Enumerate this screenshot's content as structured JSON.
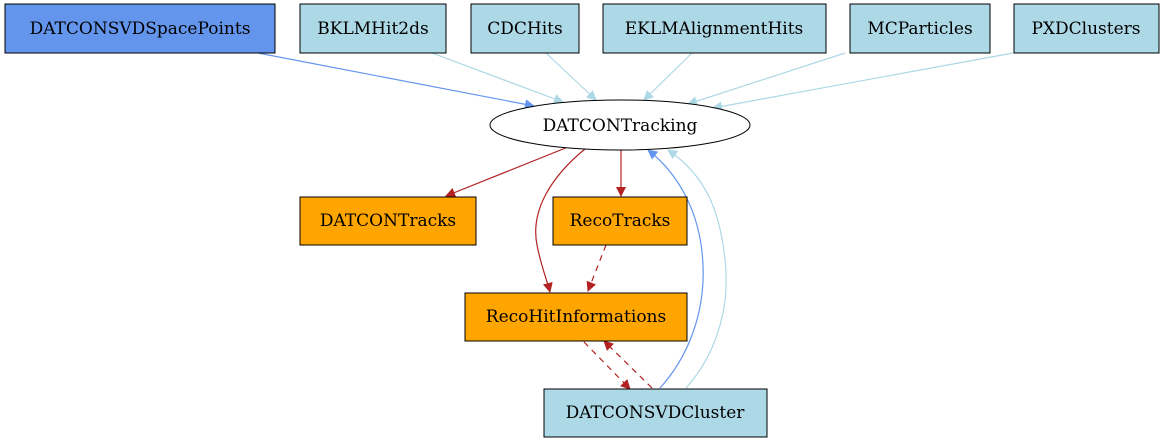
{
  "nodes": {
    "datcon_svd_space_points": {
      "label": "DATCONSVDSpacePoints",
      "fill": "#6495ed"
    },
    "bklm_hit2ds": {
      "label": "BKLMHit2ds",
      "fill": "#add8e6"
    },
    "cdc_hits": {
      "label": "CDCHits",
      "fill": "#add8e6"
    },
    "eklm_alignment_hits": {
      "label": "EKLMAlignmentHits",
      "fill": "#add8e6"
    },
    "mc_particles": {
      "label": "MCParticles",
      "fill": "#add8e6"
    },
    "pxd_clusters": {
      "label": "PXDClusters",
      "fill": "#add8e6"
    },
    "datcon_tracking": {
      "label": "DATCONTracking",
      "fill": "#ffffff"
    },
    "datcon_tracks": {
      "label": "DATCONTracks",
      "fill": "#ffa500"
    },
    "reco_tracks": {
      "label": "RecoTracks",
      "fill": "#ffa500"
    },
    "reco_hit_informations": {
      "label": "RecoHitInformations",
      "fill": "#ffa500"
    },
    "datcon_svd_cluster": {
      "label": "DATCONSVDCluster",
      "fill": "#add8e6"
    }
  },
  "colors": {
    "input_edge_primary": "#6495ed",
    "input_edge": "#add8e6",
    "output_edge": "#b22222",
    "node_stroke": "#000000"
  }
}
